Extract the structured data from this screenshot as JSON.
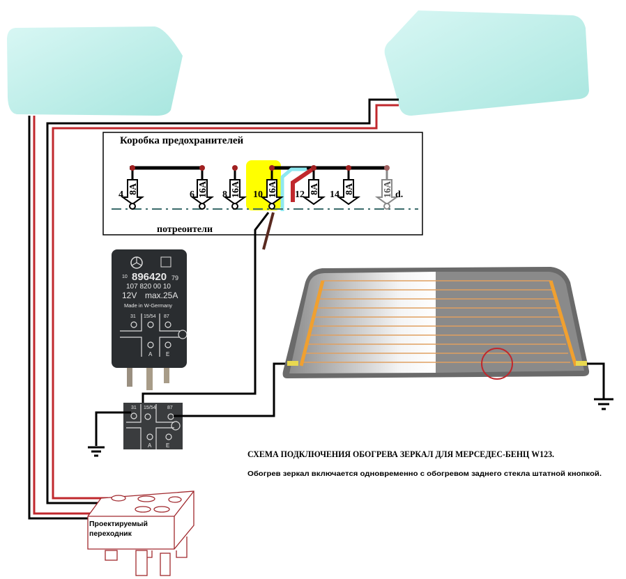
{
  "fuse_box": {
    "title": "Коробка предохранителей",
    "consumers_label": "потреоители",
    "fuses": [
      {
        "number": "4",
        "rating": "8A"
      },
      {
        "number": "6",
        "rating": "16A"
      },
      {
        "number": "8",
        "rating": "16A"
      },
      {
        "number": "10",
        "rating": "16A"
      },
      {
        "number": "12",
        "rating": "8A"
      },
      {
        "number": "14",
        "rating": "8A"
      },
      {
        "number": "d.",
        "rating": "16A"
      }
    ]
  },
  "relay": {
    "code_prefix": "10",
    "code": "896420",
    "code_suffix": "79",
    "part_number": "107 820 00 10",
    "voltage": "12V",
    "max_current": "max.25A",
    "origin": "Made in W-Germany",
    "pins": [
      "31",
      "15/54",
      "87",
      "A",
      "E"
    ]
  },
  "adapter": {
    "label_line1": "Проектируемый",
    "label_line2": "переходник"
  },
  "caption": {
    "title": "СХЕМА ПОДКЛЮЧЕНИЯ ОБОГРЕВА ЗЕРКАЛ ДЛЯ МЕРСЕДЕС-БЕНЦ W123.",
    "subtitle": "Обогрев зеркал включается одновременно с обогревом заднего стекла штатной кнопкой."
  },
  "colors": {
    "wire_black": "#000000",
    "wire_red": "#c0282d",
    "mirror": "#c4f0ec",
    "heater": "#f0a030",
    "highlight": "#ffff00",
    "adapter": "#a0282d"
  }
}
